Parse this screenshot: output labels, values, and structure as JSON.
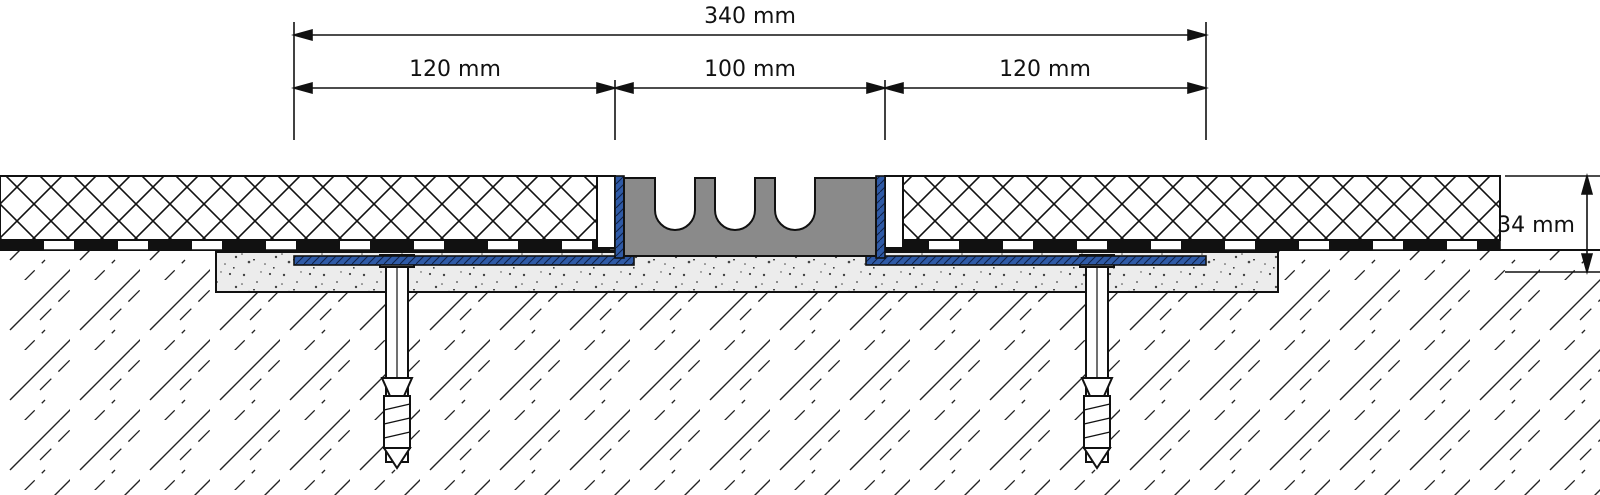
{
  "dimensions": {
    "overall": "340 mm",
    "left": "120 mm",
    "center": "100 mm",
    "right": "120 mm",
    "height": "34 mm"
  },
  "colors": {
    "line": "#111111",
    "profile_blue": "#2f5aa6",
    "insert_grey": "#8a8a8a",
    "concrete": "#e6e6e6"
  }
}
